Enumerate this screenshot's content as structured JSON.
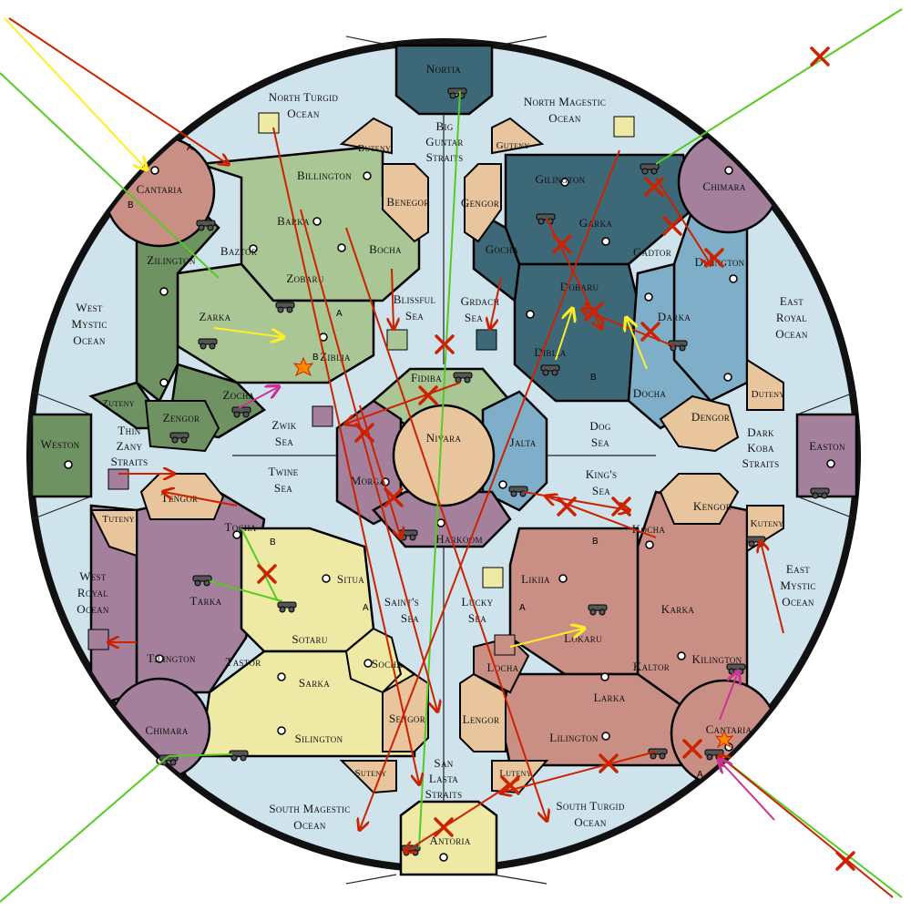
{
  "colors": {
    "sea": "#cfe3ec",
    "green_light": "#a9c694",
    "green_dark": "#6f9263",
    "teal_dark": "#3d6878",
    "blue_light": "#7eaec8",
    "salmon": "#c98f84",
    "purple": "#a4809c",
    "yellow": "#eeeaa6",
    "tan": "#e8c59d",
    "center": "#e8c59d",
    "order_red": "#cc2200",
    "order_green": "#55cc22",
    "order_yellow": "#ffee22",
    "order_magenta": "#cc3399"
  },
  "sea_labels": {
    "north_turgid": [
      "North Turgid",
      "Ocean"
    ],
    "north_magestic": [
      "North Magestic",
      "Ocean"
    ],
    "west_mystic": [
      "West",
      "Mystic",
      "Ocean"
    ],
    "east_royal": [
      "East",
      "Royal",
      "Ocean"
    ],
    "west_royal": [
      "West",
      "Royal",
      "Ocean"
    ],
    "east_mystic": [
      "East",
      "Mystic",
      "Ocean"
    ],
    "south_magestic": [
      "South Magestic",
      "Ocean"
    ],
    "south_turgid": [
      "South Turgid",
      "Ocean"
    ],
    "big_guntar": [
      "Big",
      "Guntar",
      "Straits"
    ],
    "san_lasta": [
      "San",
      "Lasta",
      "Straits"
    ],
    "thin_zany": [
      "Thin",
      "Zany",
      "Straits"
    ],
    "dark_koba": [
      "Dark",
      "Koba",
      "Straits"
    ],
    "blissful": [
      "Blissful",
      "Sea"
    ],
    "grdach": [
      "Grdach",
      "Sea"
    ],
    "zwik": [
      "Zwik",
      "Sea"
    ],
    "twine": [
      "Twine",
      "Sea"
    ],
    "dog": [
      "Dog",
      "Sea"
    ],
    "kings": [
      "King's",
      "Sea"
    ],
    "saints": [
      "Saint's",
      "Sea"
    ],
    "lucky": [
      "Lucky",
      "Sea"
    ]
  },
  "territories": {
    "nortia": "Nortia",
    "antoria": "Antoria",
    "weston": "Weston",
    "easton": "Easton",
    "cantaria_nw": "Cantaria",
    "chimara_ne": "Chimara",
    "chimara_sw": "Chimara",
    "cantaria_se": "Cantaria",
    "nivara": "Nivara",
    "fidiba": "Fidiba",
    "jalta": "Jalta",
    "morga": "Morga",
    "harkoom": "Harkoom",
    "billington": "Billington",
    "barka": "Barka",
    "baztor": "Baztor",
    "bocha_nw": "Bocha",
    "zilington": "Zilington",
    "zobaru": "Zobaru",
    "zarka": "Zarka",
    "ziblia": "Ziblia",
    "zocha": "Zocha",
    "zengor": "Zengor",
    "zuteny": "Zuteny",
    "benegor": "Benegor",
    "buteny": "Buteny",
    "gilington": "Gilington",
    "garka": "Garka",
    "gadtor": "Gadtor",
    "gocha": "Gocha",
    "dilington": "Dilington",
    "dobaru": "Dobaru",
    "darka": "Darka",
    "diblia": "Diblia",
    "docha": "Docha",
    "dengor": "Dengor",
    "duteny": "Duteny",
    "gengor": "Gengor",
    "guteny": "Guteny",
    "kocha": "Kocha",
    "karka": "Karka",
    "kaltor": "Kaltor",
    "kilington": "Kilington",
    "kengor": "Kengor",
    "kuteny": "Kuteny",
    "likiia": "Likiia",
    "lokaru": "Lokaru",
    "larka": "Larka",
    "locha": "Locha",
    "lilington": "Lilington",
    "lengor": "Lengor",
    "luteny": "Luteny",
    "tocha": "Tocha",
    "tarka": "Tarka",
    "tastor": "Tastor",
    "tilington": "Tilington",
    "tengor": "Tengor",
    "tuteny": "Tuteny",
    "situa": "Situa",
    "sotaru": "Sotaru",
    "socha": "Socha",
    "sarka": "Sarka",
    "silington": "Silington",
    "sengor": "Sengor",
    "suteny": "Suteny"
  },
  "markers": {
    "a": "A",
    "b": "B"
  },
  "icons": [
    "artillery-unit-icon",
    "supply-center-icon",
    "order-arrow-icon",
    "failed-order-x-icon",
    "battle-burst-icon"
  ]
}
